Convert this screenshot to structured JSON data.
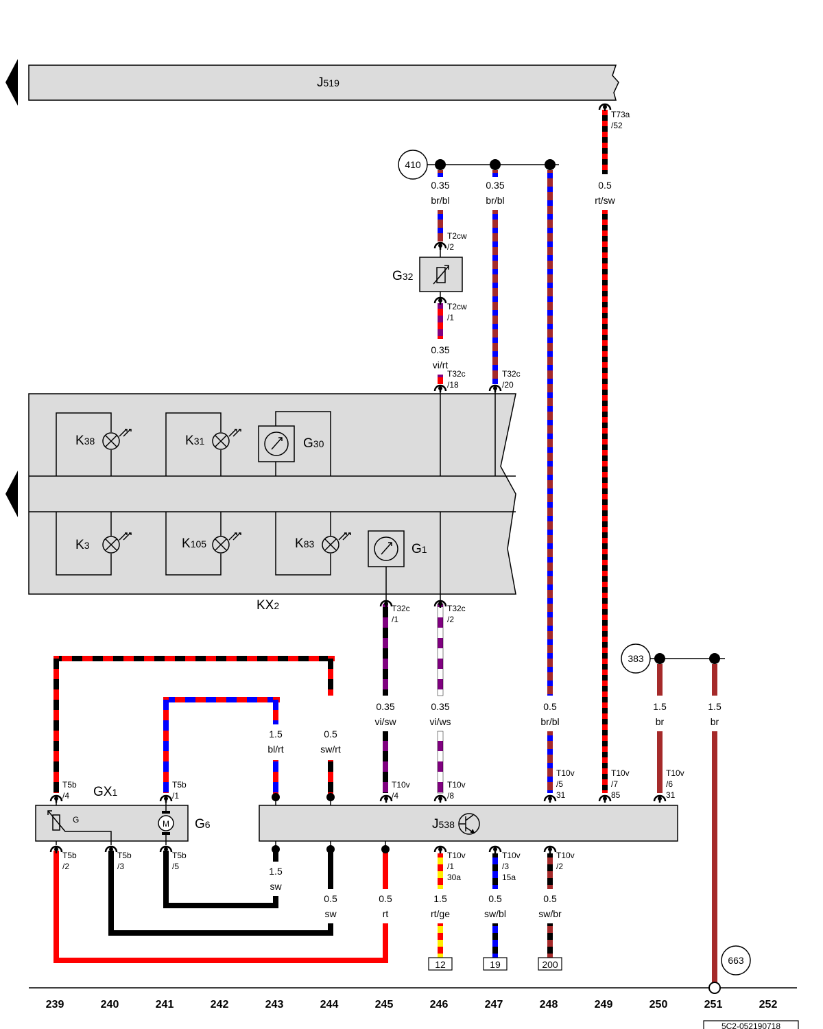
{
  "components": {
    "j519": {
      "main": "J",
      "sub": "519"
    },
    "kx2": {
      "main": "KX",
      "sub": "2"
    },
    "g32": {
      "main": "G",
      "sub": "32"
    },
    "k38": {
      "main": "K",
      "sub": "38"
    },
    "k31": {
      "main": "K",
      "sub": "31"
    },
    "g30": {
      "main": "G",
      "sub": "30"
    },
    "k3": {
      "main": "K",
      "sub": "3"
    },
    "k105": {
      "main": "K",
      "sub": "105"
    },
    "k83": {
      "main": "K",
      "sub": "83"
    },
    "g1": {
      "main": "G",
      "sub": "1"
    },
    "gx1": {
      "main": "GX",
      "sub": "1"
    },
    "g6": {
      "main": "G",
      "sub": "6"
    },
    "j538": {
      "main": "J",
      "sub": "538"
    },
    "g_label": "G",
    "m_label": "M"
  },
  "refs": {
    "r410": "410",
    "r383": "383",
    "r663": "663"
  },
  "connectors": {
    "t73a": [
      "T73a",
      "/52"
    ],
    "t2cw_2": [
      "T2cw",
      "/2"
    ],
    "t2cw_1": [
      "T2cw",
      "/1"
    ],
    "t32c_18": [
      "T32c",
      "/18"
    ],
    "t32c_20": [
      "T32c",
      "/20"
    ],
    "t32c_1": [
      "T32c",
      "/1"
    ],
    "t32c_2": [
      "T32c",
      "/2"
    ],
    "t5b_4": [
      "T5b",
      "/4"
    ],
    "t5b_1": [
      "T5b",
      "/1"
    ],
    "t10v_4": [
      "T10v",
      "/4"
    ],
    "t10v_8": [
      "T10v",
      "/8"
    ],
    "t10v_5": [
      "T10v",
      "/5",
      "31"
    ],
    "t10v_7": [
      "T10v",
      "/7",
      "85"
    ],
    "t10v_6": [
      "T10v",
      "/6",
      "31"
    ],
    "t5b_2": [
      "T5b",
      "/2"
    ],
    "t5b_3": [
      "T5b",
      "/3"
    ],
    "t5b_5": [
      "T5b",
      "/5"
    ],
    "t10v_1": [
      "T10v",
      "/1",
      "30a"
    ],
    "t10v_3": [
      "T10v",
      "/3",
      "15a"
    ],
    "t10v_2": [
      "T10v",
      "/2"
    ]
  },
  "wires": {
    "w1": [
      "0.35",
      "br/bl"
    ],
    "w2": [
      "0.35",
      "br/bl"
    ],
    "w3": [
      "0.5",
      "rt/sw"
    ],
    "w4": [
      "0.35",
      "vi/rt"
    ],
    "w5": [
      "0.35",
      "vi/sw"
    ],
    "w6": [
      "0.35",
      "vi/ws"
    ],
    "w7": [
      "0.5",
      "br/bl"
    ],
    "w8": [
      "1.5",
      "br"
    ],
    "w9": [
      "1.5",
      "br"
    ],
    "w10": [
      "1.5",
      "bl/rt"
    ],
    "w11": [
      "0.5",
      "sw/rt"
    ],
    "w12": [
      "1.5",
      "sw"
    ],
    "w13": [
      "0.5",
      "sw"
    ],
    "w14": [
      "0.5",
      "rt"
    ],
    "w15": [
      "1.5",
      "rt/ge"
    ],
    "w16": [
      "0.5",
      "sw/bl"
    ],
    "w17": [
      "0.5",
      "sw/br"
    ]
  },
  "boxes": {
    "b12": "12",
    "b19": "19",
    "b200": "200"
  },
  "columns": [
    "239",
    "240",
    "241",
    "242",
    "243",
    "244",
    "245",
    "246",
    "247",
    "248",
    "249",
    "250",
    "251",
    "252"
  ],
  "footer_ref": "5C2-052190718",
  "wire_colors": {
    "rt": "#ff0000",
    "sw": "#000000",
    "bl": "#0000ff",
    "br": "#a52a2a",
    "vi": "#800080",
    "ws": "#ffffff",
    "ge": "#ffee00"
  }
}
